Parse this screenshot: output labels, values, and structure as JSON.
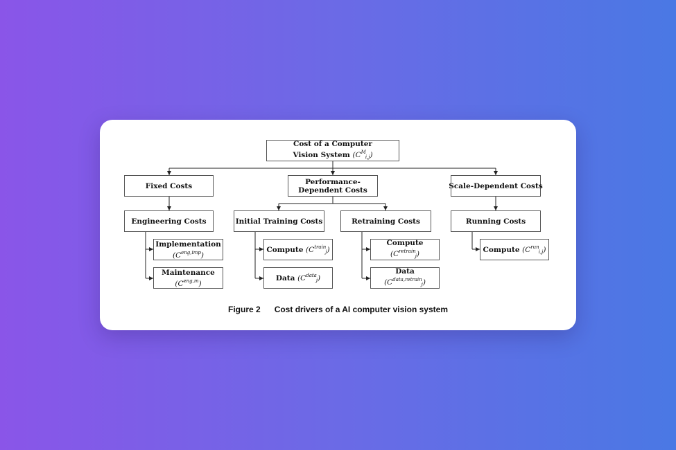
{
  "diagram": {
    "root": {
      "line1": "Cost of a Computer",
      "line2": "Vision System",
      "symbol": "C",
      "sup": "M",
      "sub": "i,j"
    },
    "categories": {
      "fixed": "Fixed Costs",
      "performance_line1": "Performance-",
      "performance_line2": "Dependent Costs",
      "scale": "Scale-Dependent Costs"
    },
    "subcategories": {
      "engineering": "Engineering Costs",
      "initial_training": "Initial Training Costs",
      "retraining": "Retraining Costs",
      "running": "Running Costs"
    },
    "leaves": {
      "implementation": {
        "label": "Implementation",
        "symbol": "C",
        "sup": "eng,imp",
        "sub": ""
      },
      "maintenance": {
        "label": "Maintenance",
        "symbol": "C",
        "sup": "eng,m",
        "sub": ""
      },
      "compute_train": {
        "label": "Compute",
        "symbol": "C",
        "sup": "train",
        "sub": "j"
      },
      "data_train": {
        "label": "Data",
        "symbol": "C",
        "sup": "data",
        "sub": "j"
      },
      "compute_retrain": {
        "label": "Compute",
        "symbol": "C",
        "sup": "retrain",
        "sub": "j"
      },
      "data_retrain": {
        "label": "Data",
        "symbol": "C",
        "sup": "data,retrain",
        "sub": "j"
      },
      "compute_run": {
        "label": "Compute",
        "symbol": "C",
        "sup": "run",
        "sub": "i,j"
      }
    },
    "caption": {
      "number": "Figure 2",
      "text": "Cost drivers of a AI computer vision system"
    }
  }
}
